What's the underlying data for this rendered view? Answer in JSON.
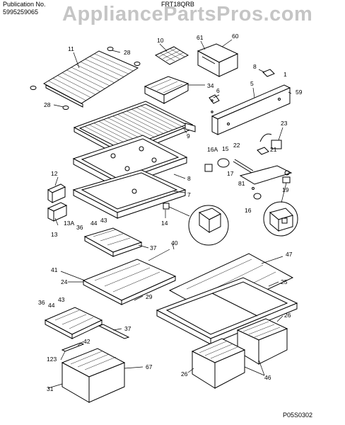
{
  "header": {
    "publication_label": "Publication No.",
    "publication_number": "5995259065",
    "model": "FRT18QRB"
  },
  "watermark": "AppliancePartsPros.com",
  "figure_code": "P05S0302",
  "callouts": [
    "11",
    "28",
    "28",
    "10",
    "61",
    "60",
    "8",
    "1",
    "5",
    "59",
    "6",
    "34",
    "9",
    "23",
    "16A",
    "15",
    "22",
    "21",
    "17",
    "12",
    "8",
    "7",
    "81",
    "19",
    "16",
    "14",
    "13",
    "13A",
    "36",
    "44",
    "43",
    "37",
    "40",
    "47",
    "41",
    "24",
    "25",
    "29",
    "36",
    "44",
    "43",
    "26",
    "37",
    "42",
    "123",
    "67",
    "26",
    "46",
    "31"
  ],
  "colors": {
    "line": "#000000",
    "watermark": "#969696",
    "background": "#ffffff"
  }
}
